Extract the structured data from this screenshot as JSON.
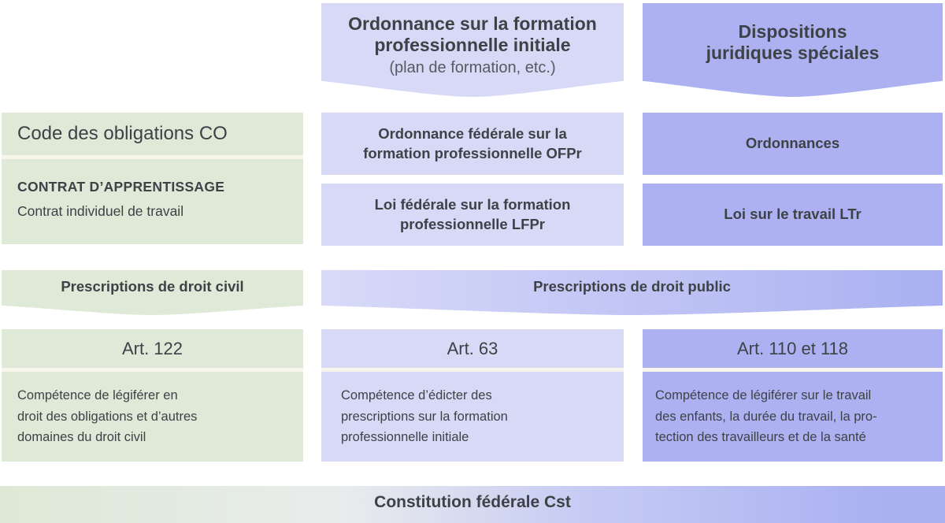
{
  "colors": {
    "green": "#dee9d7",
    "separator": "#f7f5ec",
    "lavender_light": "#d8d9f7",
    "lavender_dark": "#adb1f1",
    "text_dark": "#3d4247",
    "text_muted": "#565b60",
    "public_g1": "#d8daf8",
    "public_g2": "#aab0f1",
    "footer_g1": "#dde9d6",
    "footer_g2": "#e9ecec",
    "footer_g3": "#c6cbf4",
    "footer_g4": "#aab0f1"
  },
  "top_banners": {
    "middle": {
      "title": "Ordonnance sur la formation\nprofessionnelle initiale",
      "subtitle": "(plan de formation, etc.)"
    },
    "right": {
      "title": "Dispositions\njuridiques spéciales"
    }
  },
  "left_column": {
    "law_title": "Code des obligations CO",
    "contract_heading": "CONTRAT D’APPRENTISSAGE",
    "contract_text": "Contrat individuel de travail",
    "banner": "Prescriptions de droit civil",
    "article_title": "Art. 122",
    "article_text": "Compétence de légiférer en\ndroit des obligations et d’autres\ndomaines du droit civil"
  },
  "middle_column": {
    "box_top": "Ordonnance fédérale sur la\nformation professionnelle OFPr",
    "box_bottom": "Loi fédérale sur la formation\nprofessionnelle LFPr",
    "article_title": "Art. 63",
    "article_text": "Compétence d’édicter des\nprescriptions sur la formation\nprofessionnelle initiale"
  },
  "right_column": {
    "box_top": "Ordonnances",
    "box_bottom": "Loi sur le travail LTr",
    "article_title": "Art. 110 et 118",
    "article_text": "Compétence de légiférer sur le travail\ndes enfants, la durée du travail, la pro-\ntection des travailleurs et de la santé"
  },
  "public_banner": "Prescriptions de droit public",
  "footer": "Constitution fédérale Cst"
}
